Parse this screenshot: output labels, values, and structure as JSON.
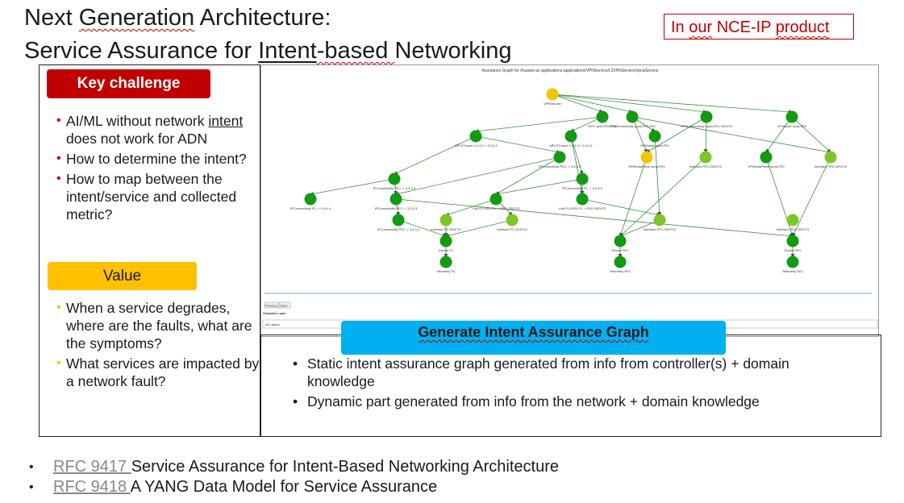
{
  "slide": {
    "title_line1_a": "Next ",
    "title_line1_b": "Generation",
    "title_line1_c": " Architecture:",
    "title_line2_a": "Service Assurance for ",
    "title_line2_b": "Intent",
    "title_line2_c": "-based ",
    "title_line2_d": "Networking",
    "product_tag_a": "In ",
    "product_tag_b": "our",
    "product_tag_c": " NCE-IP ",
    "product_tag_d": "product"
  },
  "key_challenge": {
    "label": "Key challenge",
    "bullets": [
      {
        "a": "AI/ML without network ",
        "b": "intent",
        "c": " does not work for ADN"
      },
      {
        "a": "How to determine the intent?"
      },
      {
        "a": "How to map between the intent/service and collected metric?"
      }
    ]
  },
  "value": {
    "label": "Value",
    "bullets": [
      "When a service degrades, where are the faults, what are the symptoms?",
      "What services are impacted by a network fault?"
    ]
  },
  "graph_screenshot": {
    "header": "Assurance Graph for /huawei-ac-applications:applications/VPNService/L3VPNService/vpnaService",
    "previous_label": "Previous",
    "next_label": "Next",
    "visualize_label": "Visualize Layer",
    "layer_select_value": "All Layers",
    "nodes": [
      {
        "label": "VPNService",
        "color": "#f2c400"
      },
      {
        "label": "SITE vpna-PE1-PE2"
      },
      {
        "label": "VPNConnectivity vpna-PE1-PE2"
      },
      {
        "label": "VPNConnectivity vpna-PE1-GE0/7/2"
      },
      {
        "label": "VPNNode vpna-PE2"
      },
      {
        "label": "MPLSTunnel 4.4.4.4 > 3.3.3.3"
      },
      {
        "label": "MPLSTunnel 3.3.3.3 > 4.4.4.4"
      },
      {
        "label": "VPNNode vpna-PE1"
      },
      {
        "label": "VPNDataPlane vpna-PE1",
        "color": "#f2c400"
      },
      {
        "label": "Interface PE1-GE0/7/2",
        "color": "#7cc62a"
      },
      {
        "label": "VPNDataPlane vpna-PE2"
      },
      {
        "label": "Interface PE2-GE0/7/2",
        "color": "#7cc62a"
      },
      {
        "label": "IPConnectivity PE2 -> 3.3.3.3"
      },
      {
        "label": "IPConnectivity PE1 -> 4.4.4.4"
      },
      {
        "label": "IPConnectivity P1 -> 3.3.3.3"
      },
      {
        "label": "IPConnectivity P1 -> 4.4.4.4"
      },
      {
        "label": "IPConnectivity PE1 -> 3.3.3.3"
      },
      {
        "label": "Link P1-GE0/7/3 -> PE1-GE0/7/3"
      },
      {
        "label": "Link P1-GE0/7/2 -> PE2-GE0/7/2"
      },
      {
        "label": "IPConnectivity PE2 -> 4.4.4.4"
      },
      {
        "label": "Interface P1-GE0/7/3",
        "color": "#7cc62a"
      },
      {
        "label": "Interface P1-GE0/7/2",
        "color": "#7cc62a"
      },
      {
        "label": "Interface PE1-GE0/7/3",
        "color": "#7cc62a"
      },
      {
        "label": "Interface PE2-GE0/7/3",
        "color": "#7cc62a"
      },
      {
        "label": "Device P1"
      },
      {
        "label": "Device PE1"
      },
      {
        "label": "Device PE2"
      },
      {
        "label": "Telemetry P1"
      },
      {
        "label": "Telemetry PE1"
      },
      {
        "label": "Telemetry PE2"
      }
    ]
  },
  "generate": {
    "title": "Generate Intent Assurance Graph",
    "bullets": [
      "Static intent assurance graph generated from info from controller(s) + domain knowledge",
      "Dynamic part generated from info from the network + domain knowledge"
    ]
  },
  "references": [
    {
      "rfc": "RFC 9417 ",
      "text": "Service Assurance for Intent-Based Networking Architecture"
    },
    {
      "rfc": "RFC 9418 ",
      "text": "A YANG Data Model for Service Assurance"
    }
  ],
  "colors": {
    "red": "#c00000",
    "yellow": "#ffc000",
    "blue": "#00b0f0",
    "node_green": "#129a12",
    "node_lightgreen": "#7cc62a",
    "node_yellow": "#f2c400"
  }
}
